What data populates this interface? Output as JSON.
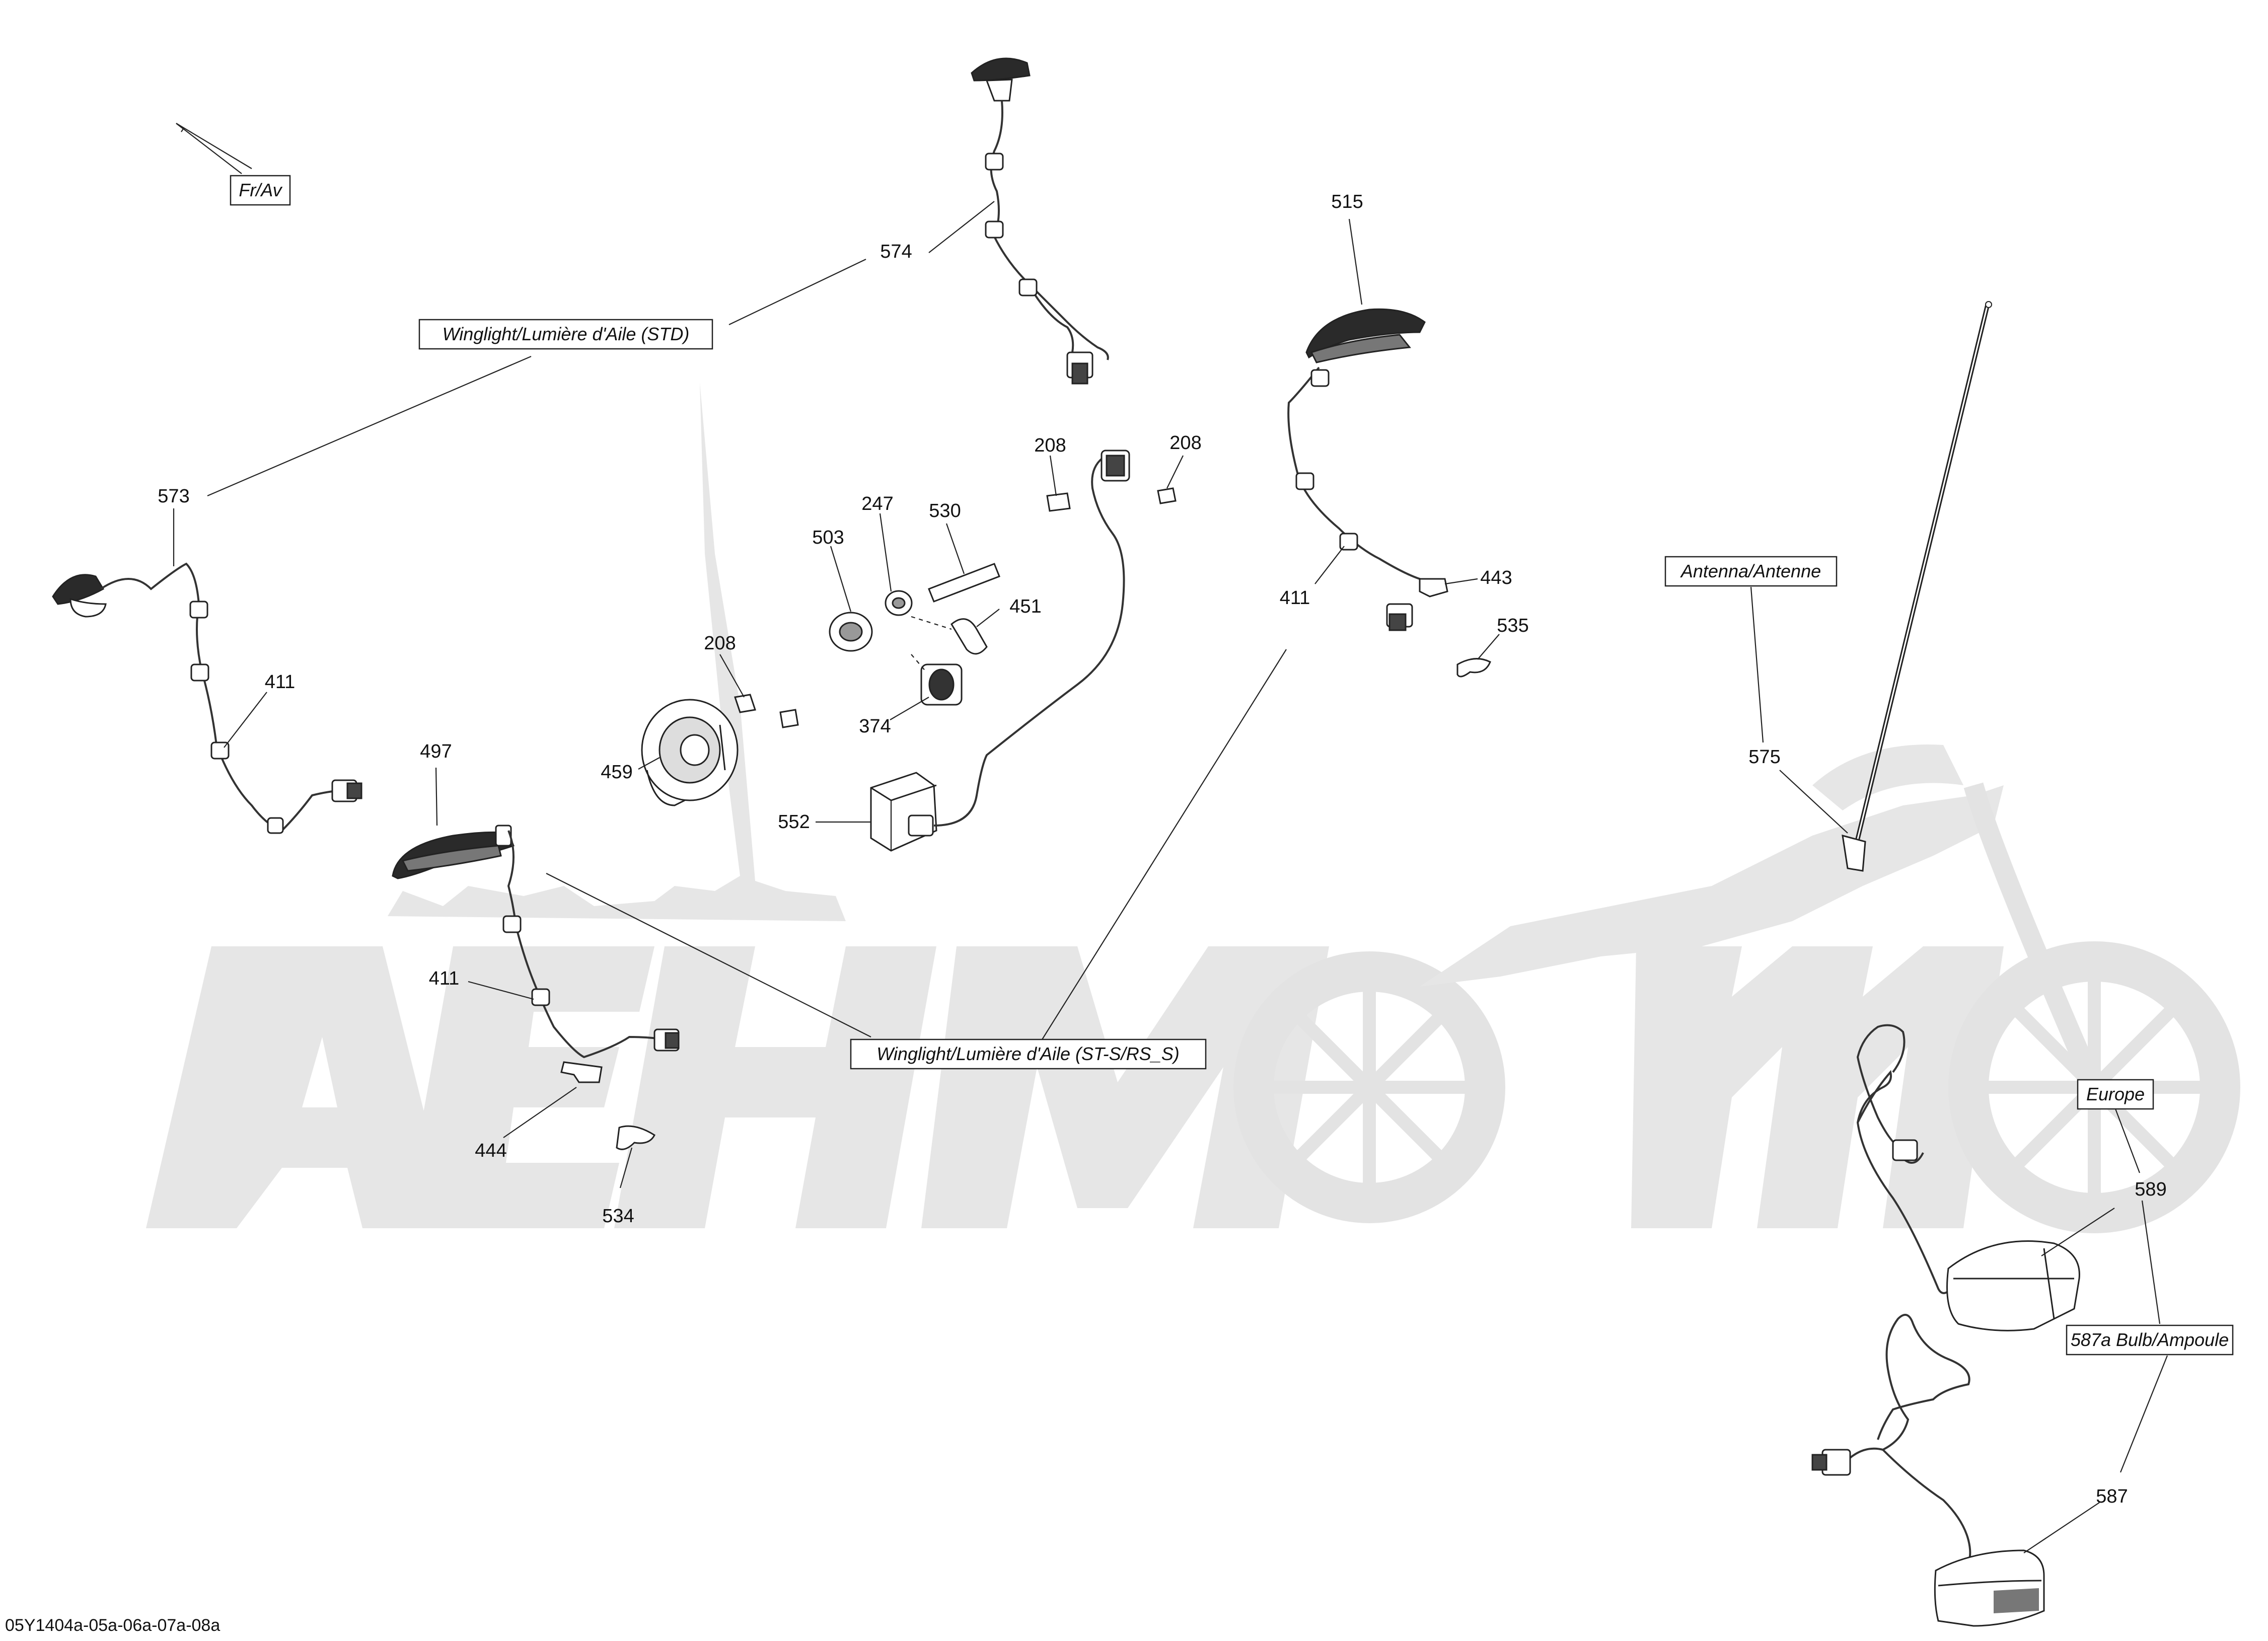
{
  "diagram_code": "05Y1404a-05a-06a-07a-08a",
  "boxed_labels": {
    "fr_av": "Fr/Av",
    "winglight_std": "Winglight/Lumière d'Aile (STD)",
    "winglight_sts": "Winglight/Lumière d'Aile (ST-S/RS_S)",
    "antenna": "Antenna/Antenne",
    "europe": "Europe",
    "bulb": "587a Bulb/Ampoule"
  },
  "callouts": {
    "c574": "574",
    "c573": "573",
    "c411_left": "411",
    "c497": "497",
    "c411_mid": "411",
    "c444": "444",
    "c534": "534",
    "c208_a": "208",
    "c459": "459",
    "c503": "503",
    "c247": "247",
    "c530": "530",
    "c451": "451",
    "c374": "374",
    "c552": "552",
    "c208_b": "208",
    "c208_c": "208",
    "c515": "515",
    "c411_right": "411",
    "c443": "443",
    "c535": "535",
    "c575": "575",
    "c589": "589",
    "c587": "587"
  }
}
